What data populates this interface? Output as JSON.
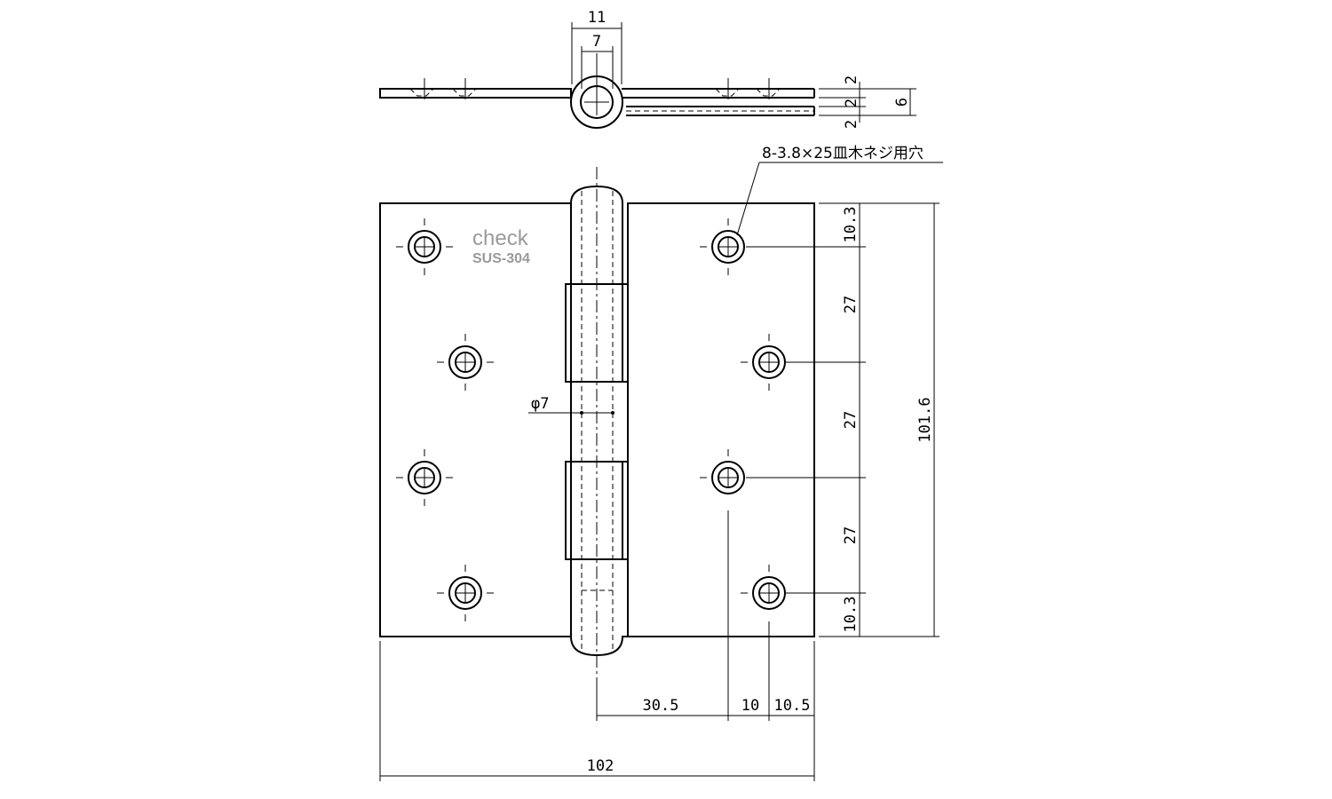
{
  "marking": {
    "brand": "check",
    "material": "SUS-304"
  },
  "note": {
    "holes": "8-3.8×25皿木ネジ用穴"
  },
  "dimensions": {
    "knuckle_width": "11",
    "pin_width": "7",
    "leaf_thickness_1": "2",
    "gap": "2",
    "leaf_thickness_2": "2",
    "total_thickness": "6",
    "pin_diameter": "φ7",
    "top_margin": "10.3",
    "pitch_1": "27",
    "pitch_2": "27",
    "pitch_3": "27",
    "bottom_margin": "10.3",
    "total_height": "101.6",
    "hole_offset_1": "30.5",
    "hole_offset_2": "10",
    "edge_offset": "10.5",
    "total_width": "102"
  }
}
